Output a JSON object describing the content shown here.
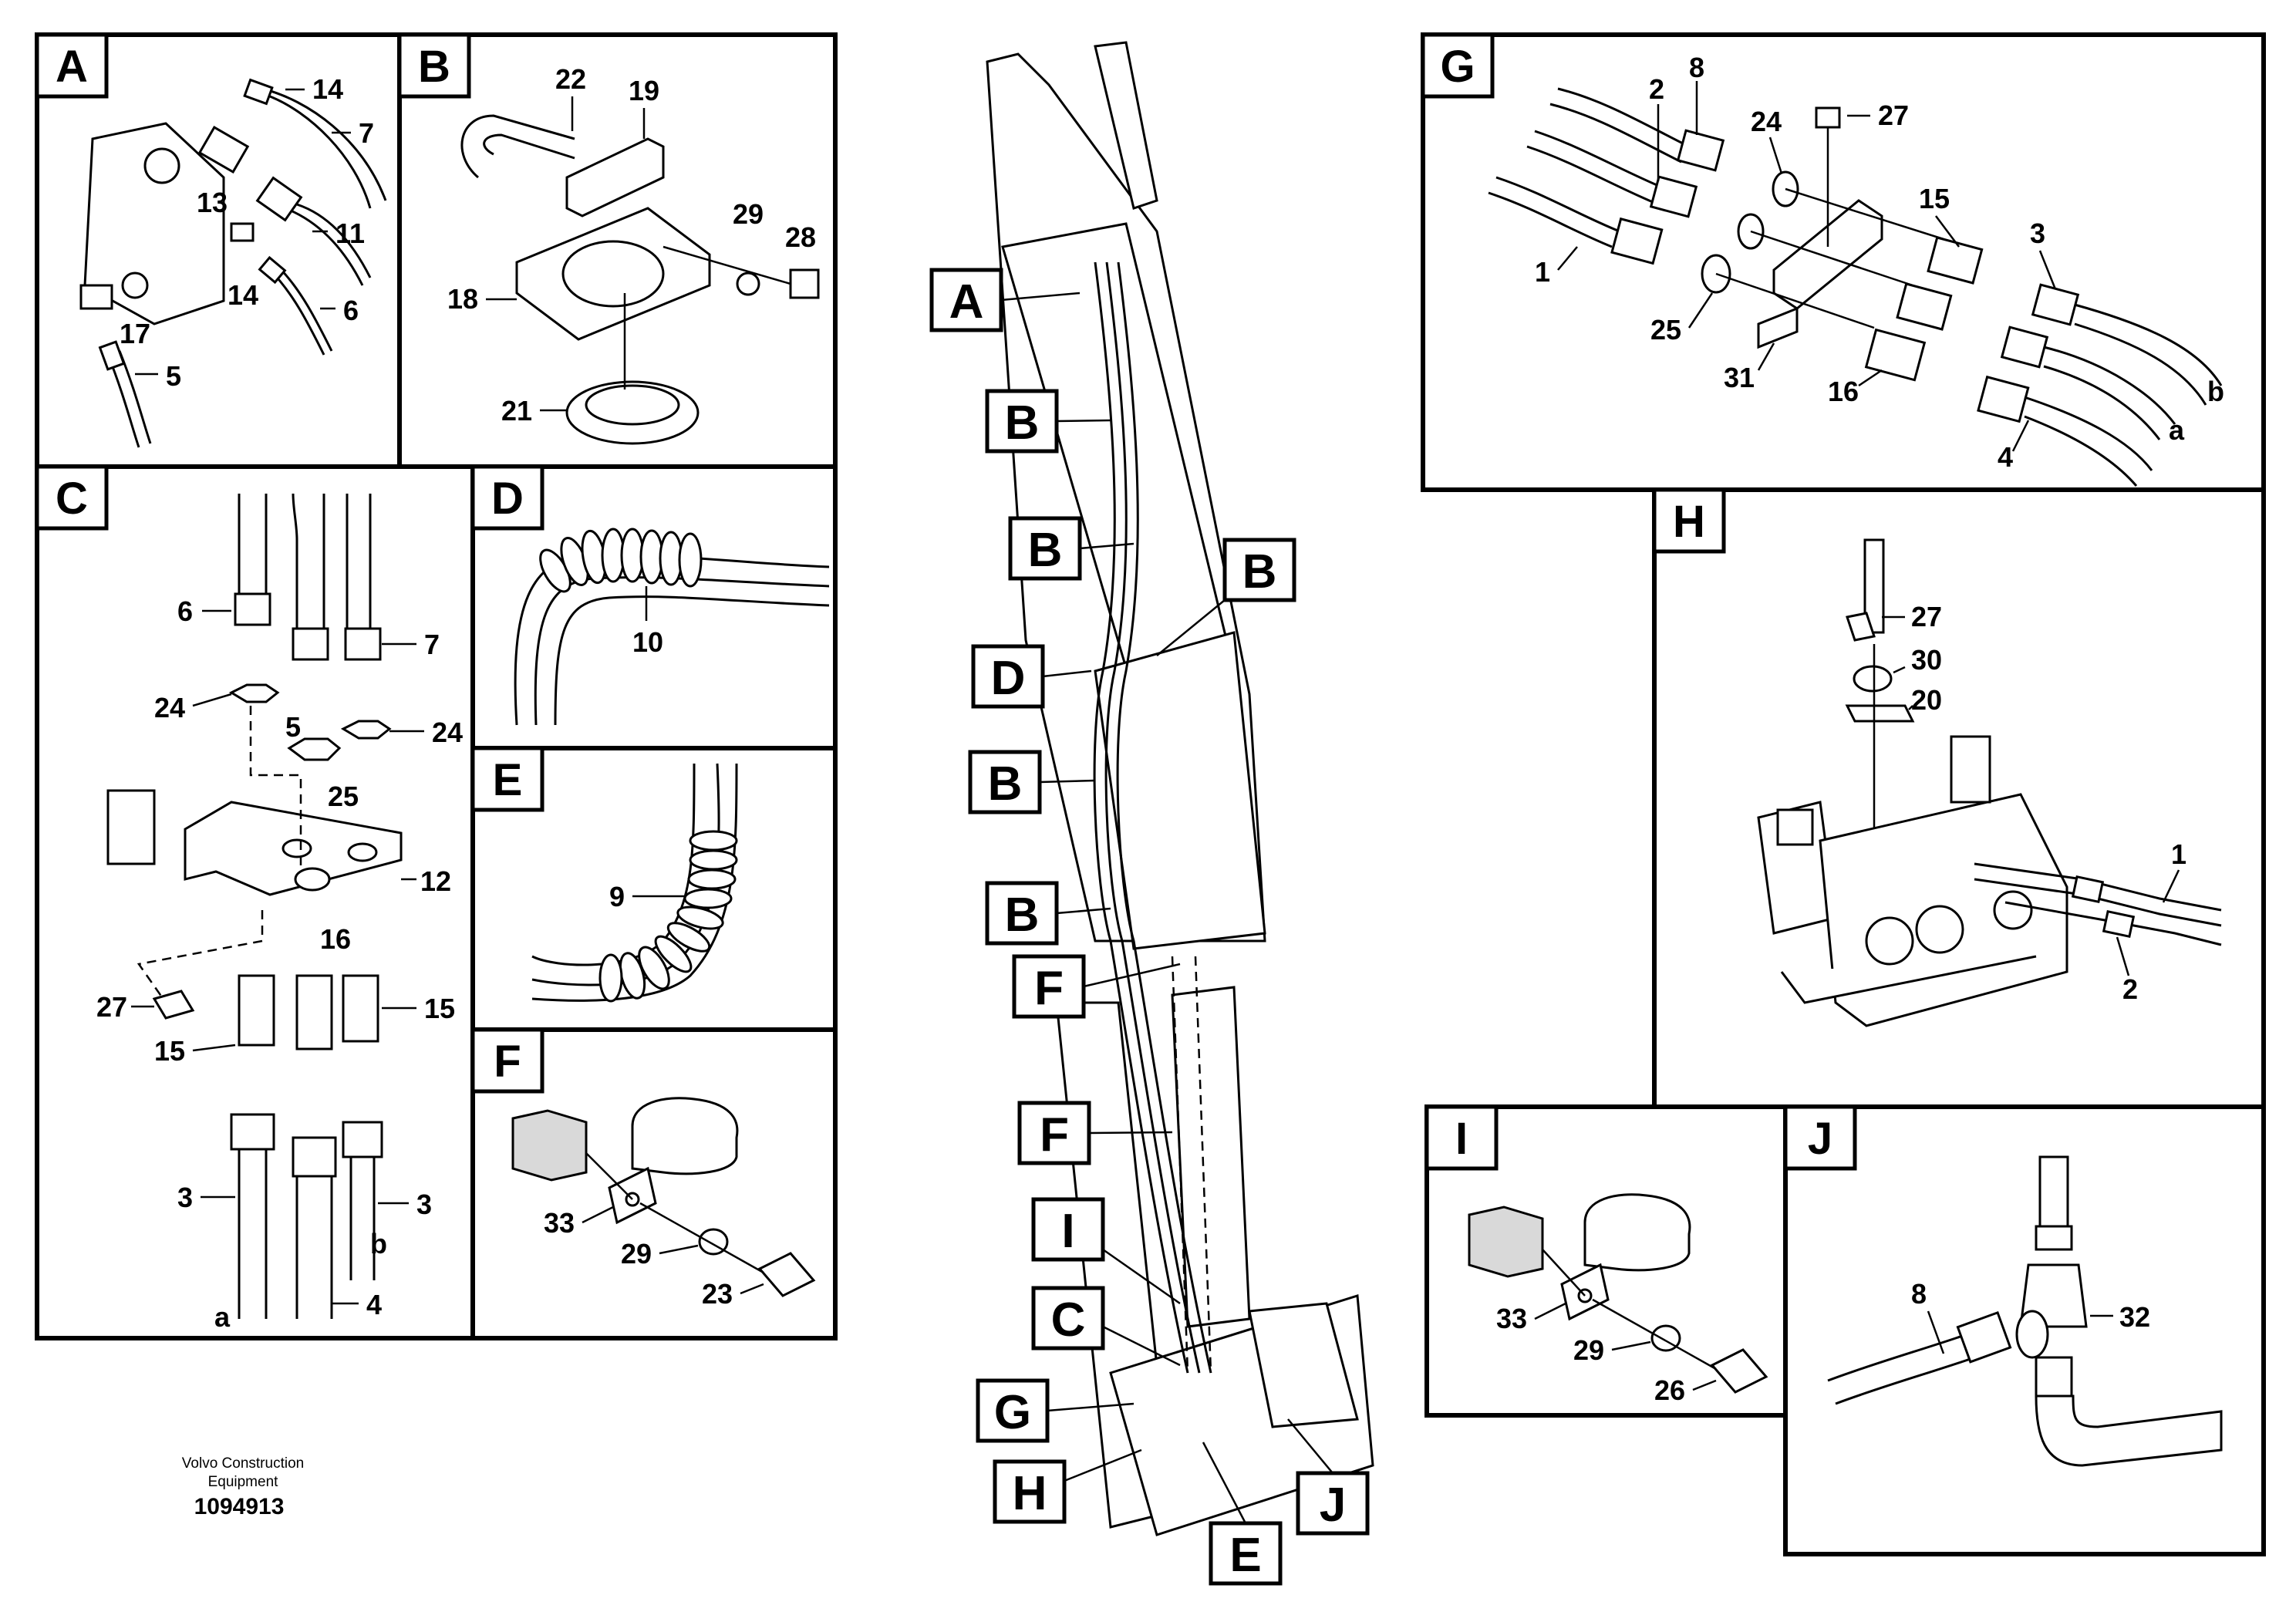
{
  "panels": {
    "A": {
      "letter": "A",
      "callouts": [
        "14",
        "7",
        "13",
        "11",
        "14",
        "6",
        "17",
        "5"
      ]
    },
    "B": {
      "letter": "B",
      "callouts": [
        "22",
        "19",
        "29",
        "28",
        "18",
        "21"
      ]
    },
    "C": {
      "letter": "C",
      "callouts": [
        "6",
        "7",
        "24",
        "5",
        "24",
        "25",
        "12",
        "27",
        "16",
        "15",
        "15",
        "3",
        "3",
        "4"
      ],
      "ends": [
        "b",
        "a"
      ]
    },
    "D": {
      "letter": "D",
      "callouts": [
        "10"
      ]
    },
    "E": {
      "letter": "E",
      "callouts": [
        "9"
      ]
    },
    "F": {
      "letter": "F",
      "callouts": [
        "33",
        "29",
        "23"
      ]
    },
    "G": {
      "letter": "G",
      "callouts": [
        "8",
        "2",
        "24",
        "27",
        "15",
        "3",
        "1",
        "25",
        "31",
        "16",
        "4"
      ],
      "ends": [
        "b",
        "a"
      ]
    },
    "H": {
      "letter": "H",
      "callouts": [
        "27",
        "30",
        "20",
        "1",
        "2"
      ]
    },
    "I": {
      "letter": "I",
      "callouts": [
        "33",
        "29",
        "26"
      ]
    },
    "J": {
      "letter": "J",
      "callouts": [
        "8",
        "32"
      ]
    }
  },
  "overview": {
    "refs": [
      "A",
      "B",
      "B",
      "B",
      "D",
      "B",
      "B",
      "F",
      "F",
      "I",
      "C",
      "G",
      "H",
      "E",
      "J"
    ]
  },
  "footer": {
    "company_line1": "Volvo Construction",
    "company_line2": "Equipment",
    "doc_number": "1094913"
  }
}
